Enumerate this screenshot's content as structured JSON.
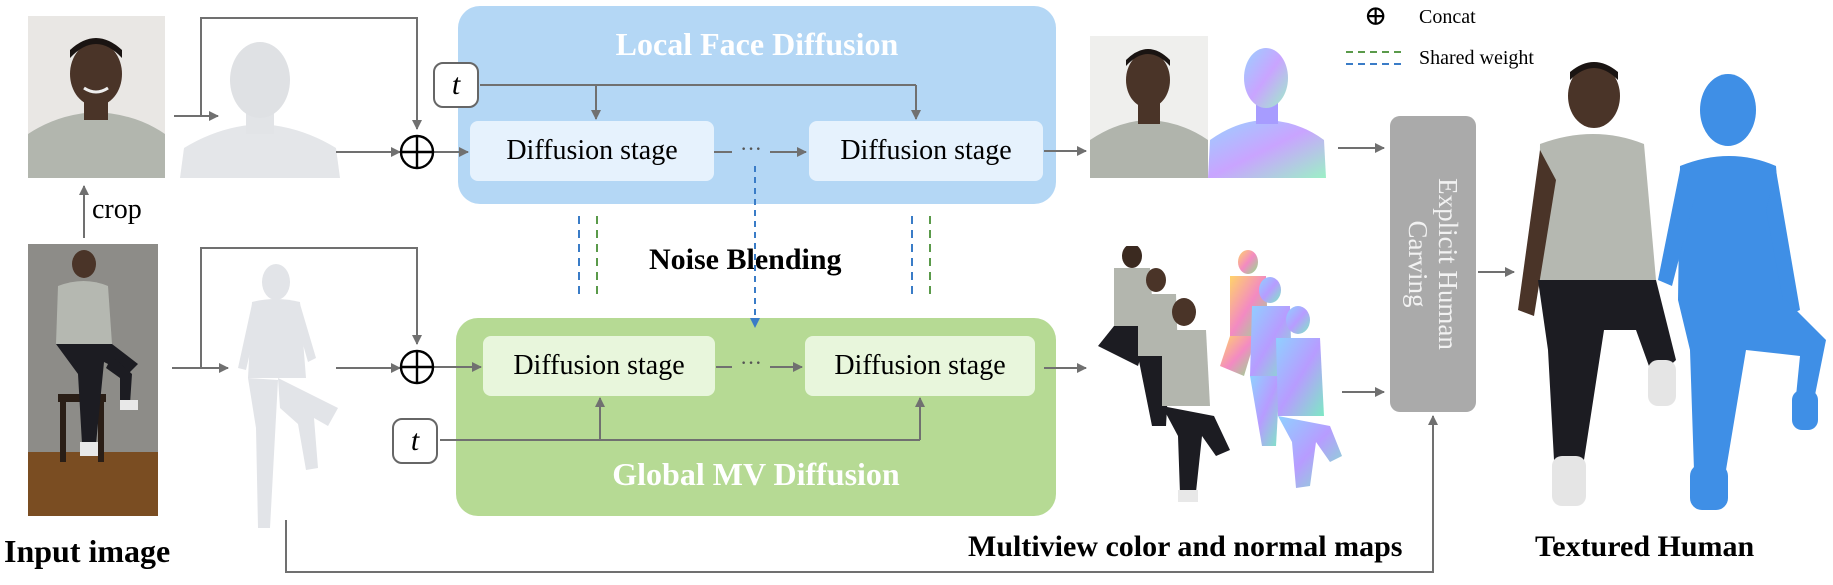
{
  "local_panel": {
    "title": "Local Face Diffusion"
  },
  "global_panel": {
    "title": "Global MV Diffusion"
  },
  "stages": {
    "local_1": "Diffusion stage",
    "local_2": "Diffusion stage",
    "global_1": "Diffusion stage",
    "global_2": "Diffusion stage",
    "ellipsis": "···"
  },
  "timestep": {
    "symbol": "t"
  },
  "noise_blending": "Noise Blending",
  "crop": "crop",
  "carving": {
    "line1": "Explicit Human",
    "line2": "Carving"
  },
  "labels": {
    "input": "Input image",
    "multiview": "Multiview color and normal maps",
    "textured": "Textured Human"
  },
  "legend": {
    "concat": "Concat",
    "shared": "Shared weight",
    "concat_symbol": "⊕"
  },
  "colors": {
    "blue_panel": "#b4d7f5",
    "green_panel": "#b6da94",
    "arrow": "#707070",
    "shared_green": "#5a9a4a",
    "shared_blue": "#3a7cc7",
    "human_blue": "#3f8fe6"
  }
}
